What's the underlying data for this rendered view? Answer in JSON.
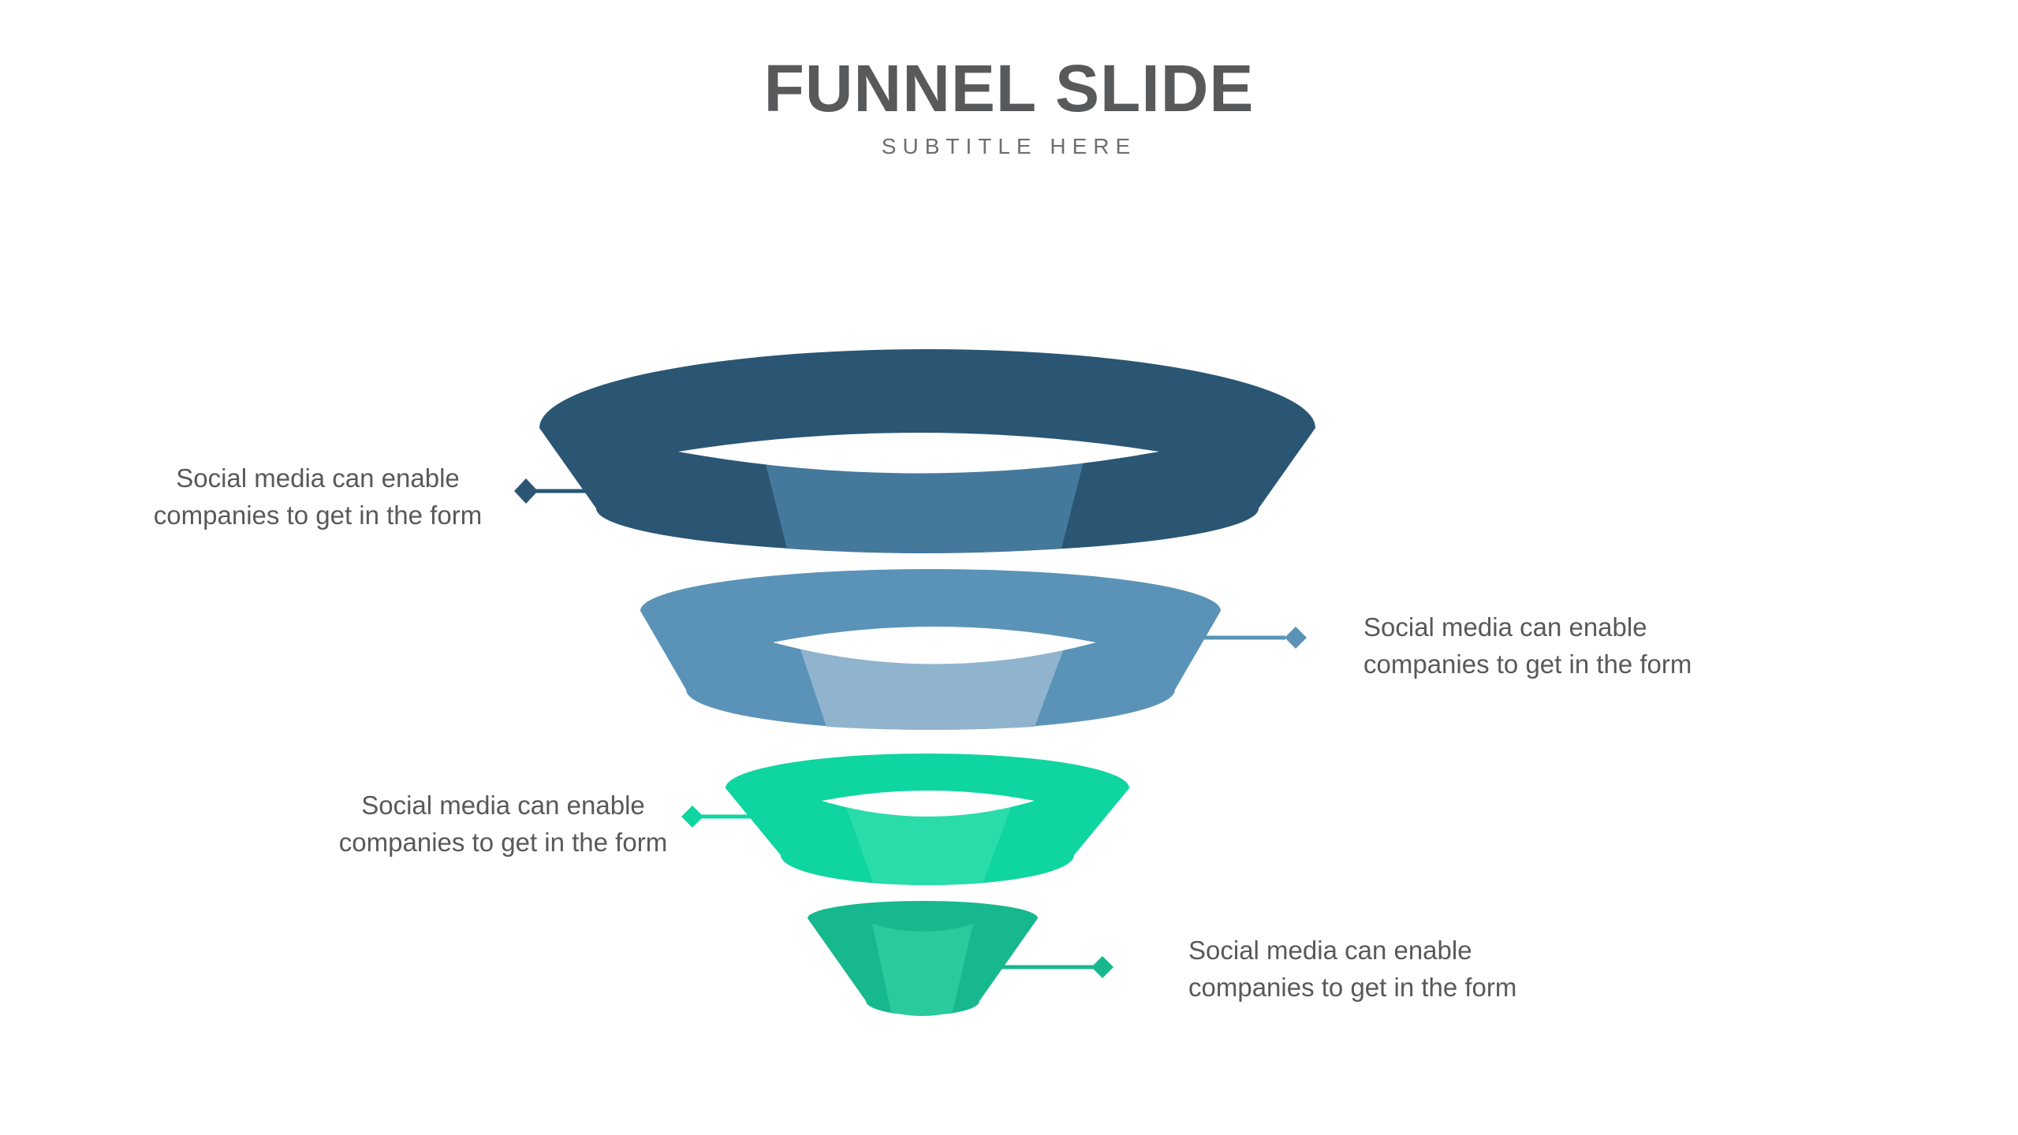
{
  "slide": {
    "title": "FUNNEL SLIDE",
    "subtitle": "SUBTITLE HERE"
  },
  "colors": {
    "background": "#ffffff",
    "title_text": "#58595b",
    "subtitle_text": "#6d6e70",
    "label_text": "#595959",
    "hole_white": "#ffffff"
  },
  "funnel": {
    "tiers": [
      {
        "name": "tier-1",
        "body_color": "#2a5674",
        "inner_color": "#45799c",
        "connector_color": "#2a5674",
        "label_side": "left",
        "label_line1": "Social media can enable",
        "label_line2": "companies to get in the form"
      },
      {
        "name": "tier-2",
        "body_color": "#5b93b8",
        "inner_color": "#90b4ce",
        "connector_color": "#5b93b8",
        "label_side": "right",
        "label_line1": "Social media can enable",
        "label_line2": "companies to get in the form"
      },
      {
        "name": "tier-3",
        "body_color": "#0fd5a0",
        "inner_color": "#2bdcab",
        "connector_color": "#0fd5a0",
        "label_side": "left",
        "label_line1": "Social media can enable",
        "label_line2": "companies to get in the form"
      },
      {
        "name": "tier-4",
        "body_color": "#17b88d",
        "inner_color": "#2aca9e",
        "connector_color": "#17b88d",
        "label_side": "right",
        "label_line1": "Social media can enable",
        "label_line2": "companies to get in the form"
      }
    ]
  }
}
